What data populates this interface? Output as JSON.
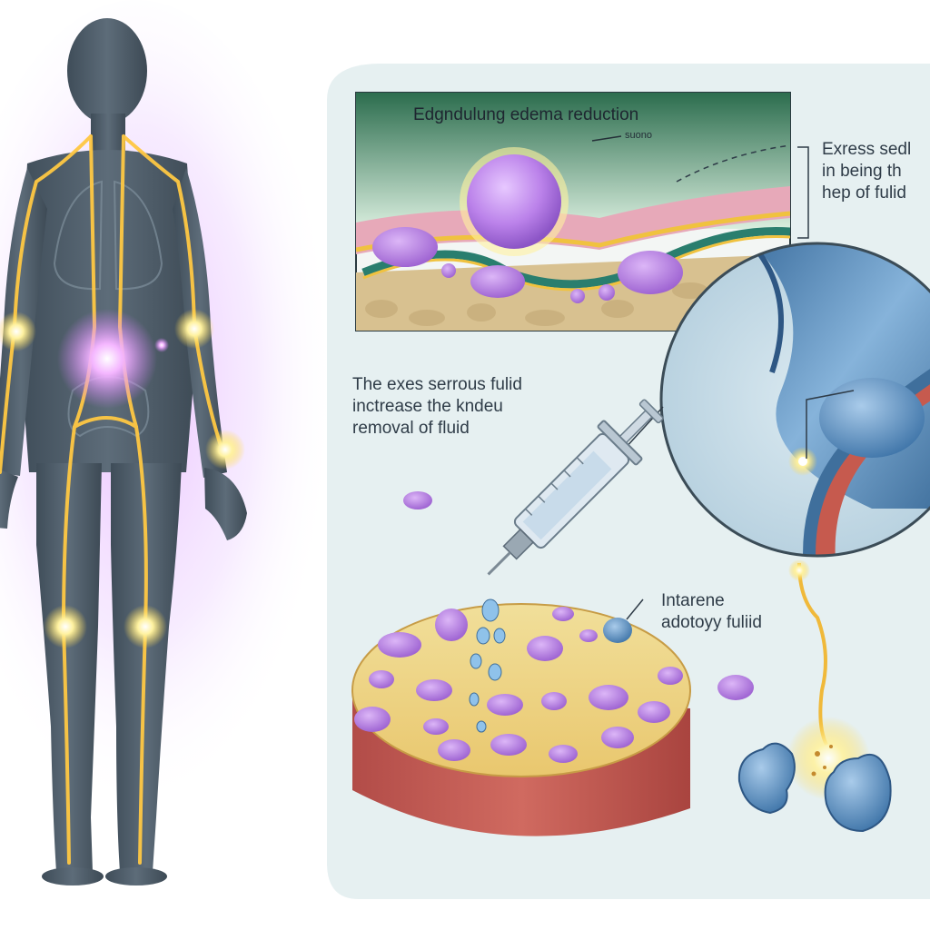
{
  "inset": {
    "title": "Edgndulung edema reduction",
    "sublabel": "suono"
  },
  "callouts": {
    "top_right": [
      "Exress sedl",
      "in being th",
      "hep of fulid"
    ],
    "middle": [
      "The exes serrous fulid",
      "inctrease the kndeu",
      "removal of fluid"
    ],
    "bottom": [
      "Intarene",
      "adotoyy fuliid"
    ]
  },
  "colors": {
    "body_silhouette": "#4f5f6c",
    "glow_yellow": "#ffd84a",
    "glow_purple": "#d67cff",
    "panel_background": "#e6f0f1",
    "inset_header": "#2c6d4e",
    "cell_purple": "#b97ce4",
    "vessel_blue": "#6f9dc7",
    "vessel_red": "#c65a4e",
    "tissue_disc": "#c85e5a",
    "kidney_blue": "#5f94c4"
  },
  "icons": [
    "human-silhouette-icon",
    "syringe-icon",
    "kidney-icon",
    "magnifier-lens-icon",
    "cell-icon"
  ]
}
